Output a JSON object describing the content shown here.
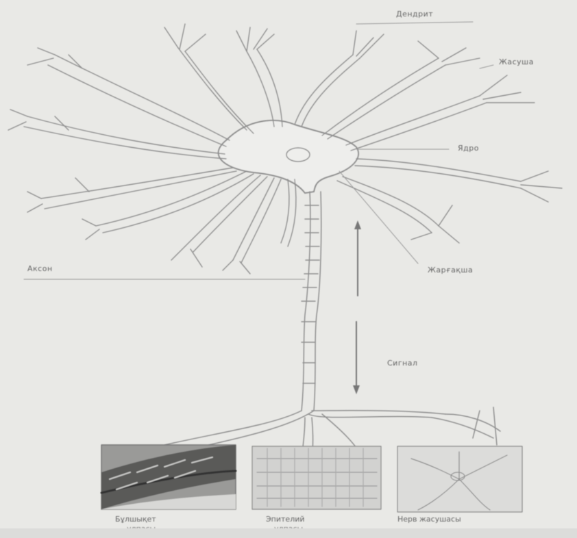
{
  "labels": {
    "top_right": "Дендрит",
    "right_upper": "Жасуша",
    "nucleus": "Ядро",
    "left_axon": "Аксон",
    "right_lower": "Жарғақша",
    "signal": "Сигнал"
  },
  "tissues": [
    {
      "name": "muscle-tissue",
      "caption": "Бұлшықет",
      "caption2": "ұлпасы"
    },
    {
      "name": "epithelial-tissue",
      "caption": "Эпителий",
      "caption2": "ұлпасы"
    },
    {
      "name": "nerve-cell",
      "caption": "Нерв жасушасы",
      "caption2": ""
    }
  ],
  "colors": {
    "background": "#e9e9e6",
    "line": "#8f8f8f",
    "label": "#666666"
  }
}
